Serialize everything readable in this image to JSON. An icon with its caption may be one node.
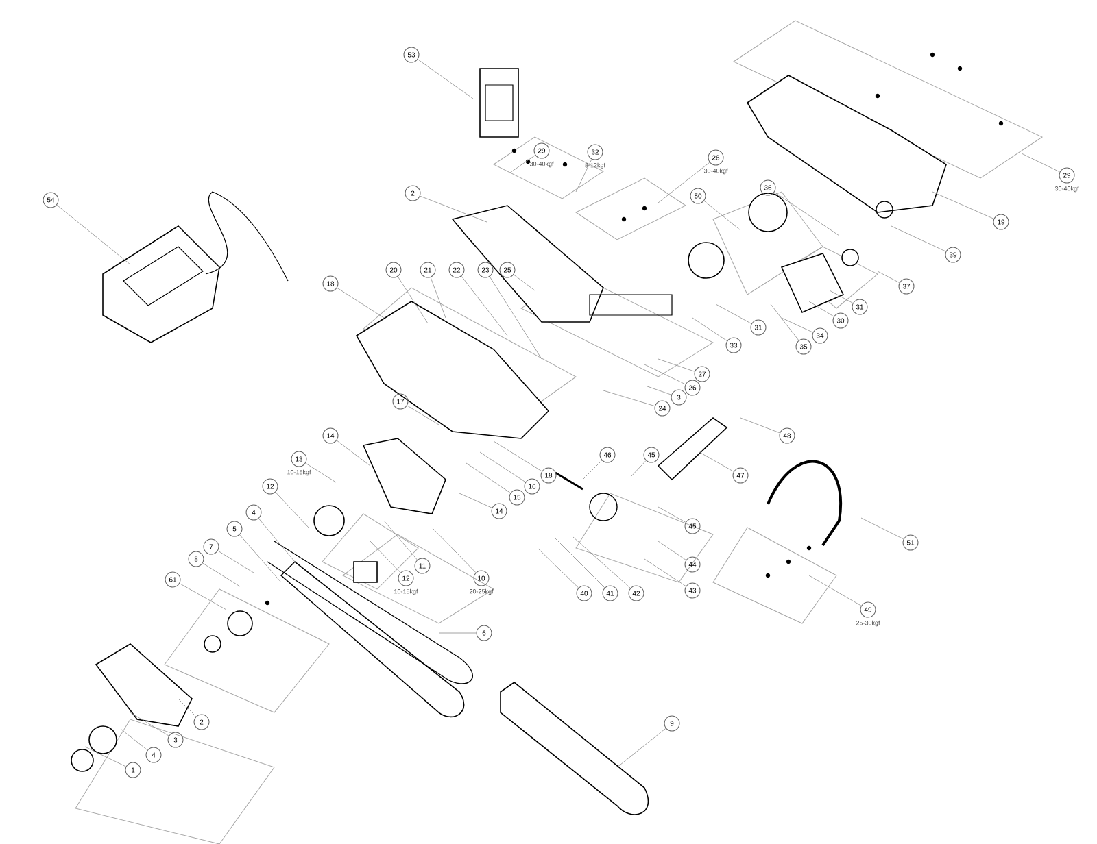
{
  "diagram": {
    "nodes": [
      {
        "text": [
          "54"
        ]
      },
      {
        "text": [
          "53"
        ]
      },
      {
        "text": [
          "29"
        ],
        "beside": [
          "30-40kgf"
        ]
      },
      {
        "text": [
          "32"
        ],
        "beside": [
          "8-12kgf"
        ]
      },
      {
        "text": [
          "28"
        ],
        "beside": [
          "30-40kgf"
        ]
      },
      {
        "text": [
          "2"
        ]
      },
      {
        "text": [
          "50"
        ]
      },
      {
        "text": [
          "36"
        ]
      },
      {
        "text": [
          "29"
        ],
        "beside": [
          "30-40kgf"
        ]
      },
      {
        "text": [
          "19"
        ]
      },
      {
        "text": [
          "39"
        ]
      },
      {
        "text": [
          "37"
        ]
      },
      {
        "text": [
          "31"
        ]
      },
      {
        "text": [
          "30"
        ]
      },
      {
        "text": [
          "34"
        ]
      },
      {
        "text": [
          "35"
        ]
      },
      {
        "text": [
          "31"
        ]
      },
      {
        "text": [
          "33"
        ]
      },
      {
        "text": [
          "20"
        ]
      },
      {
        "text": [
          "21"
        ]
      },
      {
        "text": [
          "22"
        ]
      },
      {
        "text": [
          "23"
        ]
      },
      {
        "text": [
          "25"
        ]
      },
      {
        "text": [
          "18"
        ]
      },
      {
        "text": [
          "27"
        ]
      },
      {
        "text": [
          "26"
        ]
      },
      {
        "text": [
          "3"
        ]
      },
      {
        "text": [
          "24"
        ]
      },
      {
        "text": [
          "17"
        ]
      },
      {
        "text": [
          "48"
        ]
      },
      {
        "text": [
          "47"
        ]
      },
      {
        "text": [
          "51"
        ]
      },
      {
        "text": [
          "49"
        ],
        "beside": [
          "25-30kgf"
        ]
      },
      {
        "text": [
          "46"
        ]
      },
      {
        "text": [
          "45"
        ]
      },
      {
        "text": [
          "18"
        ]
      },
      {
        "text": [
          "16"
        ]
      },
      {
        "text": [
          "15"
        ]
      },
      {
        "text": [
          "14"
        ]
      },
      {
        "text": [
          "45"
        ]
      },
      {
        "text": [
          "44"
        ]
      },
      {
        "text": [
          "43"
        ]
      },
      {
        "text": [
          "40"
        ]
      },
      {
        "text": [
          "41"
        ]
      },
      {
        "text": [
          "42"
        ]
      },
      {
        "text": [
          "12"
        ],
        "beside": [
          "10-15kgf"
        ]
      },
      {
        "text": [
          "11"
        ]
      },
      {
        "text": [
          "10"
        ],
        "beside": [
          "20-25kgf"
        ]
      },
      {
        "text": [
          "6"
        ]
      },
      {
        "text": [
          "9"
        ]
      },
      {
        "text": [
          "14"
        ]
      },
      {
        "text": [
          "13"
        ],
        "beside": [
          "10-15kgf"
        ]
      },
      {
        "text": [
          "12"
        ]
      },
      {
        "text": [
          "4"
        ]
      },
      {
        "text": [
          "5"
        ]
      },
      {
        "text": [
          "7"
        ]
      },
      {
        "text": [
          "8"
        ]
      },
      {
        "text": [
          "61"
        ]
      },
      {
        "text": [
          "2"
        ]
      },
      {
        "text": [
          "3"
        ]
      },
      {
        "text": [
          "4"
        ]
      },
      {
        "text": [
          "1"
        ]
      }
    ],
    "edges": [
      {
        "from": 0,
        "to": null,
        "arrow": "none"
      },
      {
        "from": 1,
        "to": null,
        "arrow": "none"
      },
      {
        "from": 2,
        "to": null,
        "arrow": "none"
      },
      {
        "from": 3,
        "to": null,
        "arrow": "none"
      },
      {
        "from": 4,
        "to": null,
        "arrow": "none"
      },
      {
        "from": 5,
        "to": null,
        "arrow": "none"
      },
      {
        "from": 6,
        "to": null,
        "arrow": "none"
      },
      {
        "from": 7,
        "to": null,
        "arrow": "none"
      },
      {
        "from": 8,
        "to": null,
        "arrow": "none"
      },
      {
        "from": 9,
        "to": null,
        "arrow": "none"
      },
      {
        "from": 10,
        "to": null,
        "arrow": "none"
      },
      {
        "from": 11,
        "to": null,
        "arrow": "none"
      },
      {
        "from": 12,
        "to": null,
        "arrow": "none"
      },
      {
        "from": 13,
        "to": null,
        "arrow": "none"
      },
      {
        "from": 14,
        "to": null,
        "arrow": "none"
      },
      {
        "from": 15,
        "to": null,
        "arrow": "none"
      },
      {
        "from": 16,
        "to": null,
        "arrow": "none"
      },
      {
        "from": 17,
        "to": null,
        "arrow": "none"
      },
      {
        "from": 18,
        "to": null,
        "arrow": "none"
      },
      {
        "from": 19,
        "to": null,
        "arrow": "none"
      },
      {
        "from": 20,
        "to": null,
        "arrow": "none"
      },
      {
        "from": 21,
        "to": null,
        "arrow": "none"
      },
      {
        "from": 22,
        "to": null,
        "arrow": "none"
      },
      {
        "from": 23,
        "to": null,
        "arrow": "none"
      },
      {
        "from": 24,
        "to": null,
        "arrow": "none"
      },
      {
        "from": 25,
        "to": null,
        "arrow": "none"
      },
      {
        "from": 26,
        "to": null,
        "arrow": "none"
      },
      {
        "from": 27,
        "to": null,
        "arrow": "none"
      },
      {
        "from": 28,
        "to": null,
        "arrow": "none"
      },
      {
        "from": 29,
        "to": null,
        "arrow": "none"
      },
      {
        "from": 30,
        "to": null,
        "arrow": "none"
      },
      {
        "from": 31,
        "to": null,
        "arrow": "none"
      },
      {
        "from": 32,
        "to": null,
        "arrow": "none"
      },
      {
        "from": 33,
        "to": null,
        "arrow": "none"
      },
      {
        "from": 34,
        "to": null,
        "arrow": "none"
      },
      {
        "from": 35,
        "to": null,
        "arrow": "none"
      },
      {
        "from": 36,
        "to": null,
        "arrow": "none"
      },
      {
        "from": 37,
        "to": null,
        "arrow": "none"
      },
      {
        "from": 38,
        "to": null,
        "arrow": "none"
      },
      {
        "from": 39,
        "to": null,
        "arrow": "none"
      },
      {
        "from": 40,
        "to": null,
        "arrow": "none"
      },
      {
        "from": 41,
        "to": null,
        "arrow": "none"
      },
      {
        "from": 42,
        "to": null,
        "arrow": "none"
      },
      {
        "from": 43,
        "to": null,
        "arrow": "none"
      },
      {
        "from": 44,
        "to": null,
        "arrow": "none"
      },
      {
        "from": 45,
        "to": null,
        "arrow": "none"
      },
      {
        "from": 46,
        "to": null,
        "arrow": "none"
      },
      {
        "from": 47,
        "to": null,
        "arrow": "none"
      },
      {
        "from": 48,
        "to": null,
        "arrow": "none"
      },
      {
        "from": 49,
        "to": null,
        "arrow": "none"
      },
      {
        "from": 50,
        "to": null,
        "arrow": "none"
      },
      {
        "from": 51,
        "to": null,
        "arrow": "none"
      },
      {
        "from": 52,
        "to": null,
        "arrow": "none"
      },
      {
        "from": 53,
        "to": null,
        "arrow": "none"
      },
      {
        "from": 54,
        "to": null,
        "arrow": "none"
      },
      {
        "from": 55,
        "to": null,
        "arrow": "none"
      },
      {
        "from": 56,
        "to": null,
        "arrow": "none"
      },
      {
        "from": 57,
        "to": null,
        "arrow": "none"
      },
      {
        "from": 58,
        "to": null,
        "arrow": "none"
      },
      {
        "from": 59,
        "to": null,
        "arrow": "none"
      },
      {
        "from": 60,
        "to": null,
        "arrow": "none"
      },
      {
        "from": 61,
        "to": null,
        "arrow": "none"
      }
    ]
  }
}
